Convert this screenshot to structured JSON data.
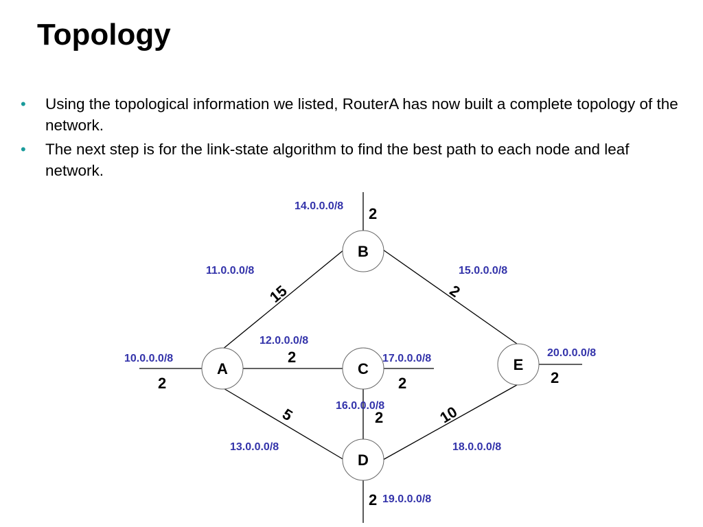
{
  "title": "Topology",
  "bullets": [
    "Using the topological information we listed, RouterA has now built a complete topology of the network.",
    "The next step is for the link-state algorithm to find the best path to each node and leaf network."
  ],
  "colors": {
    "bullet": "#1a9b9b",
    "network_label": "#3333aa"
  },
  "diagram": {
    "nodes": {
      "A": "A",
      "B": "B",
      "C": "C",
      "D": "D",
      "E": "E"
    },
    "links": {
      "ab": {
        "network": "11.0.0.0/8",
        "cost": "15"
      },
      "be": {
        "network": "15.0.0.0/8",
        "cost": "2"
      },
      "ac": {
        "network": "12.0.0.0/8",
        "cost": "2"
      },
      "ad": {
        "network": "13.0.0.0/8",
        "cost": "5"
      },
      "cd": {
        "network": "16.0.0.0/8",
        "cost": "2"
      },
      "de": {
        "network": "18.0.0.0/8",
        "cost": "10"
      }
    },
    "stubs": {
      "a": {
        "network": "10.0.0.0/8",
        "cost": "2"
      },
      "b": {
        "network": "14.0.0.0/8",
        "cost": "2"
      },
      "c": {
        "network": "17.0.0.0/8",
        "cost": "2"
      },
      "d": {
        "network": "19.0.0.0/8",
        "cost": "2"
      },
      "e": {
        "network": "20.0.0.0/8",
        "cost": "2"
      }
    }
  }
}
